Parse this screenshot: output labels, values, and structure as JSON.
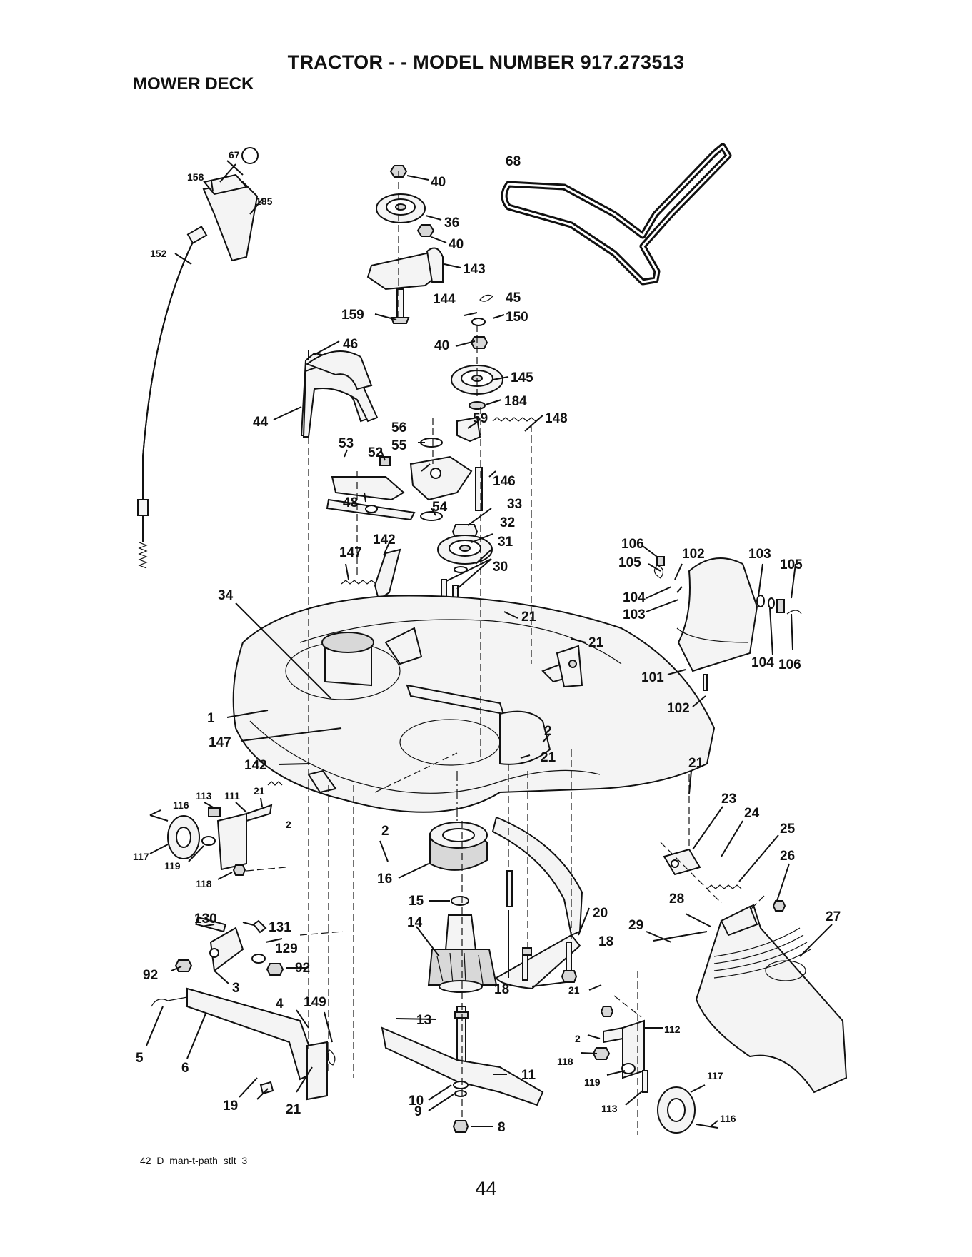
{
  "header": {
    "title": "TRACTOR - - MODEL NUMBER 917.273513",
    "section": "MOWER DECK"
  },
  "footer": {
    "figure_code": "42_D_man-t-path_stlt_3",
    "page_number": "44"
  },
  "callouts": {
    "c1": "1",
    "c2a": "2",
    "c2b": "2",
    "c2c": "2",
    "c2d": "2",
    "c3": "3",
    "c4": "4",
    "c5": "5",
    "c6": "6",
    "c8": "8",
    "c9": "9",
    "c10": "10",
    "c11": "11",
    "c13": "13",
    "c14": "14",
    "c15": "15",
    "c16": "16",
    "c18a": "18",
    "c18b": "18",
    "c19": "19",
    "c20": "20",
    "c21a": "21",
    "c21b": "21",
    "c21c": "21",
    "c21d": "21",
    "c21e": "21",
    "c21f": "21",
    "c21g": "21",
    "c23": "23",
    "c24": "24",
    "c25": "25",
    "c26": "26",
    "c27": "27",
    "c28": "28",
    "c29": "29",
    "c30": "30",
    "c31": "31",
    "c32": "32",
    "c33": "33",
    "c34": "34",
    "c36": "36",
    "c40a": "40",
    "c40b": "40",
    "c40c": "40",
    "c44": "44",
    "c45": "45",
    "c46": "46",
    "c48": "48",
    "c52": "52",
    "c53": "53",
    "c54": "54",
    "c55": "55",
    "c56": "56",
    "c59": "59",
    "c67": "67",
    "c68": "68",
    "c92a": "92",
    "c92b": "92",
    "c101": "101",
    "c102a": "102",
    "c102b": "102",
    "c103a": "103",
    "c103b": "103",
    "c104a": "104",
    "c104b": "104",
    "c105a": "105",
    "c105b": "105",
    "c106a": "106",
    "c106b": "106",
    "c111": "111",
    "c112": "112",
    "c113a": "113",
    "c113b": "113",
    "c116a": "116",
    "c116b": "116",
    "c117a": "117",
    "c117b": "117",
    "c118a": "118",
    "c118b": "118",
    "c119a": "119",
    "c119b": "119",
    "c129": "129",
    "c130": "130",
    "c131": "131",
    "c142a": "142",
    "c142b": "142",
    "c143": "143",
    "c144": "144",
    "c145": "145",
    "c146": "146",
    "c147a": "147",
    "c147b": "147",
    "c148": "148",
    "c149": "149",
    "c150": "150",
    "c152": "152",
    "c158": "158",
    "c159": "159",
    "c184": "184",
    "c185": "185"
  }
}
